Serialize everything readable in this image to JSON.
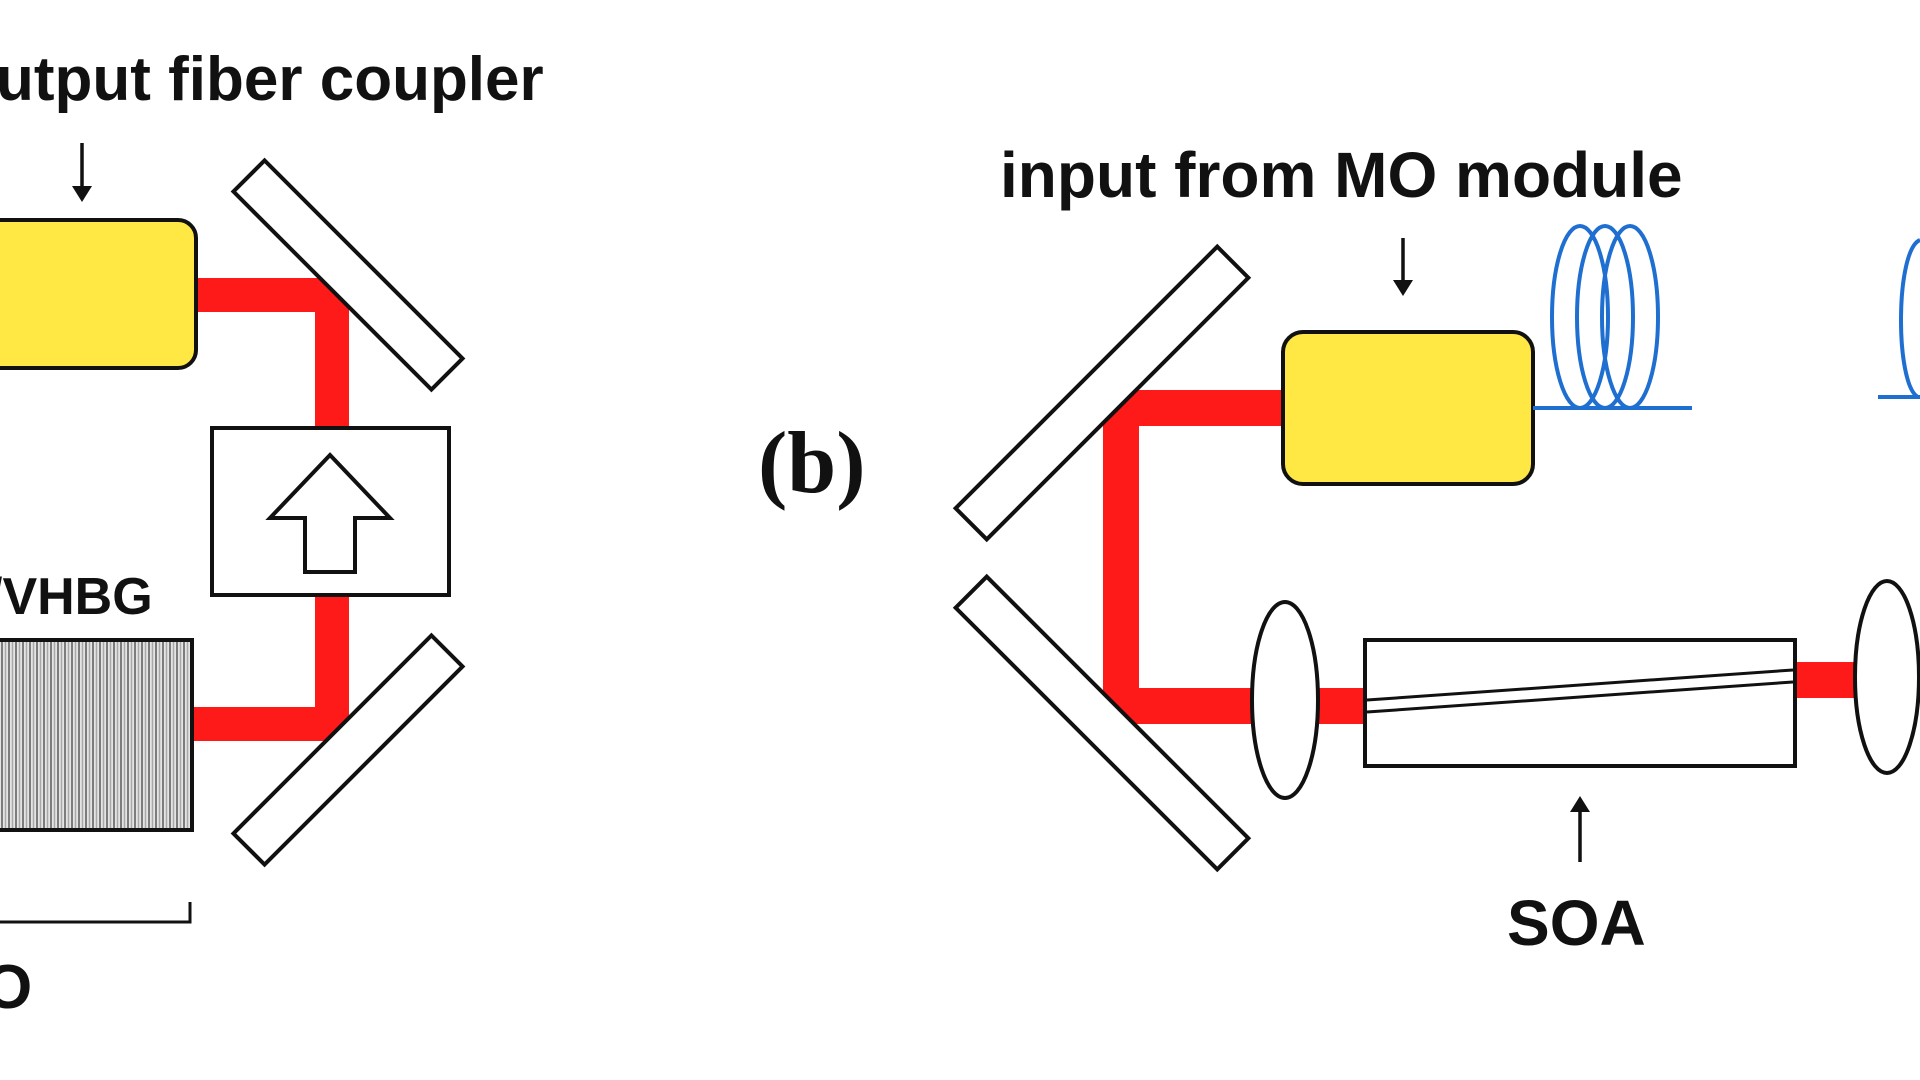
{
  "labels": {
    "output_coupler": "utput fiber coupler",
    "vhbg": "/VHBG",
    "mo_partial": "O",
    "panel_b": "(b)",
    "input_from_mo": "input from MO module",
    "soa": "SOA"
  },
  "colors": {
    "beam": "#ff1a1a",
    "coupler_fill": "#ffe844",
    "fiber": "#1f6fd1",
    "outline": "#111111",
    "grating": "#8a8a8a"
  },
  "icons": {
    "isolator": "up-arrow-icon",
    "fiber_coil": "fiber-coil-icon"
  }
}
